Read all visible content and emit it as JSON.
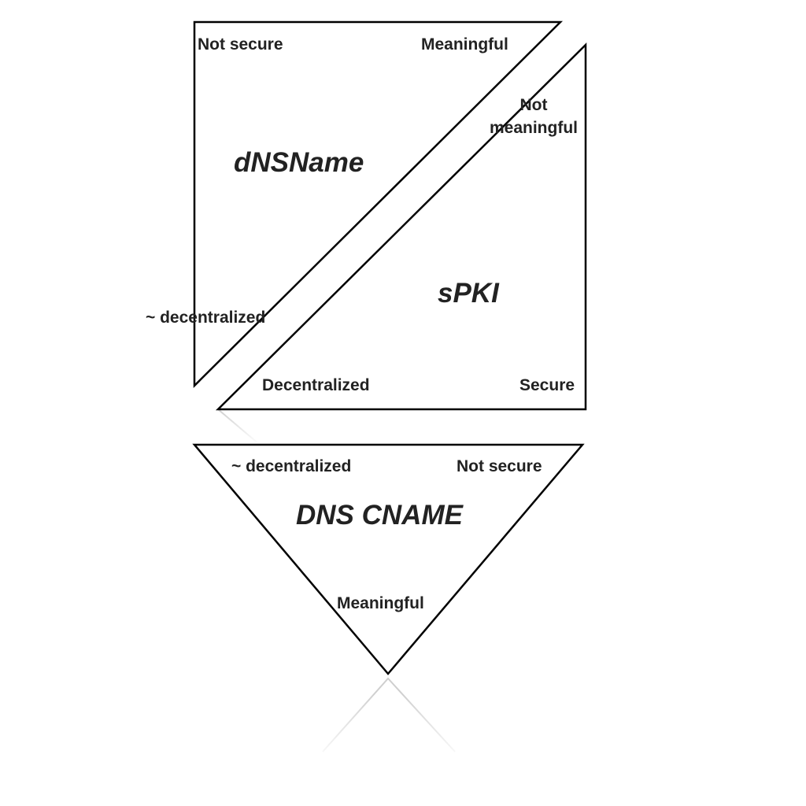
{
  "triangles": {
    "dnsname": {
      "name": "dNSName",
      "labels": {
        "top_left": "Not secure",
        "top_right": "Meaningful",
        "bottom_left": "~ decentralized"
      }
    },
    "spki": {
      "name": "sPKI",
      "labels": {
        "top_line1": "Not",
        "top_line2": "meaningful",
        "bottom_left": "Decentralized",
        "bottom_right": "Secure"
      }
    },
    "cname": {
      "name": "DNS CNAME",
      "labels": {
        "top_left": "~ decentralized",
        "top_right": "Not secure",
        "bottom": "Meaningful"
      }
    }
  },
  "colors": {
    "stroke": "#000000",
    "text": "#222222",
    "reflection": "#cfcfcf"
  }
}
